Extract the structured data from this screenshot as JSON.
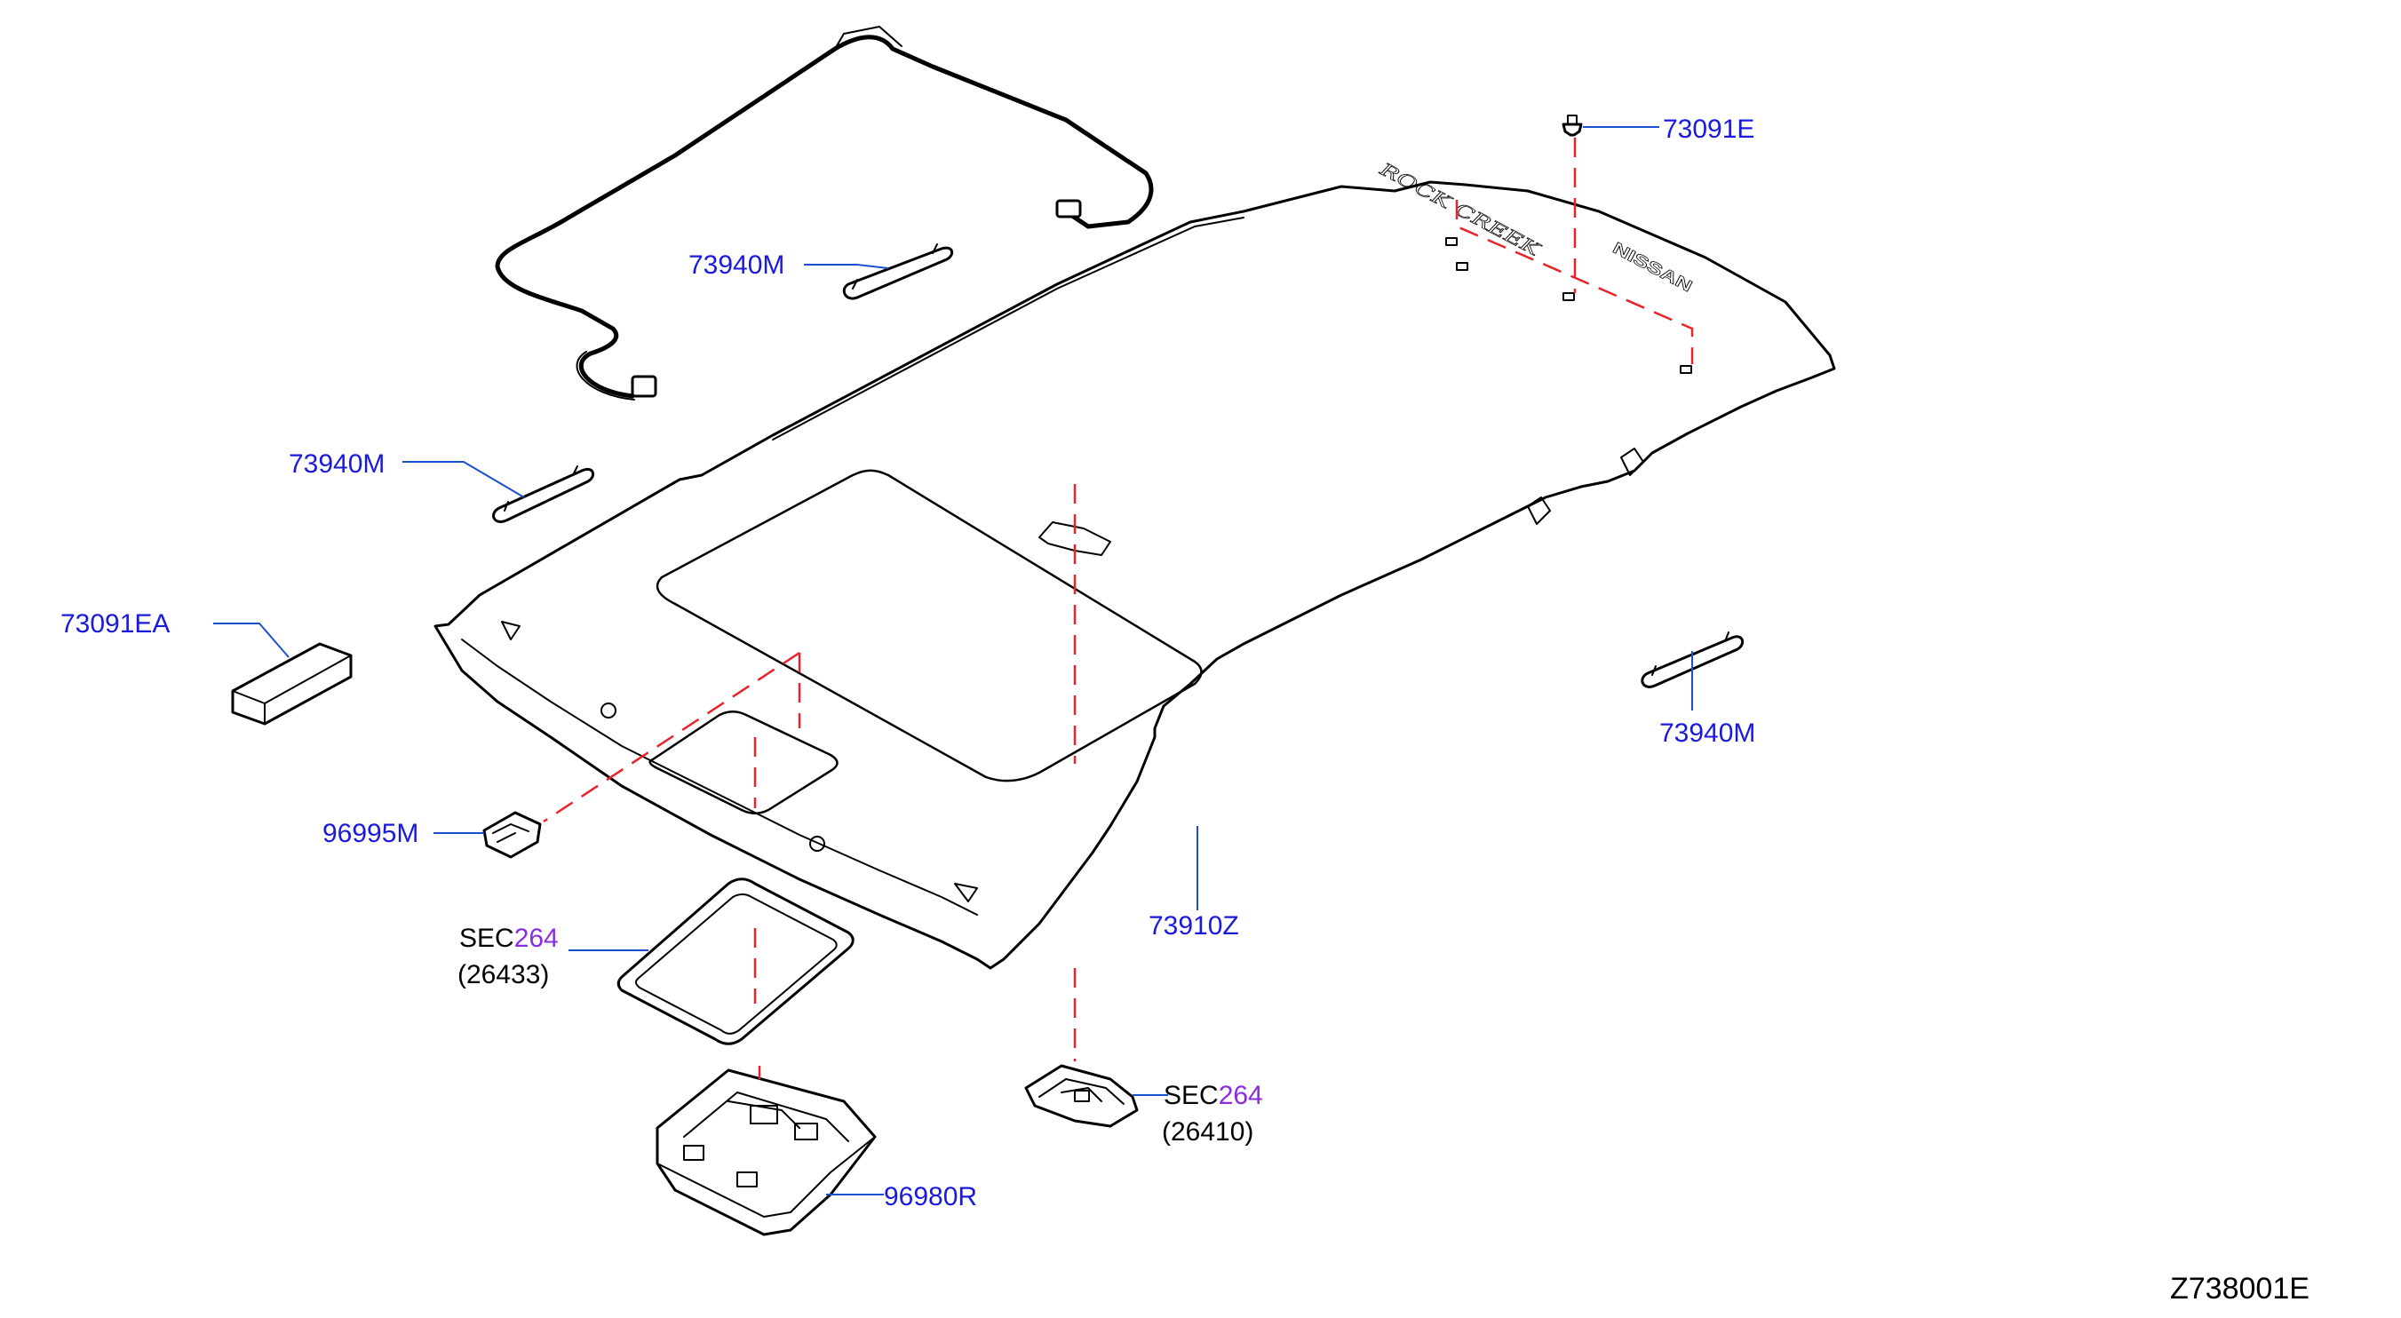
{
  "diagram": {
    "drawing_code": "Z738001E",
    "colors": {
      "part_number": "#1a1adf",
      "section_ref": "#8a2be2",
      "leader_line": "#1a4fd0",
      "alignment_dash": "#e8232a",
      "outline": "#000000"
    },
    "labels": {
      "p73091e": "73091E",
      "p73940m_top": "73940M",
      "p73940m_left": "73940M",
      "p73091ea": "73091EA",
      "p73940m_right": "73940M",
      "p96995m": "96995M",
      "p73910z": "73910Z",
      "p96980r": "96980R"
    },
    "section_refs": {
      "frame": {
        "prefix": "SEC",
        "number": "264",
        "part": "(26433)"
      },
      "lamp": {
        "prefix": "SEC",
        "number": "264",
        "part": "(26410)"
      }
    },
    "roof_lettering": {
      "script": "ROCK CREEK",
      "brand": "NISSAN"
    }
  }
}
